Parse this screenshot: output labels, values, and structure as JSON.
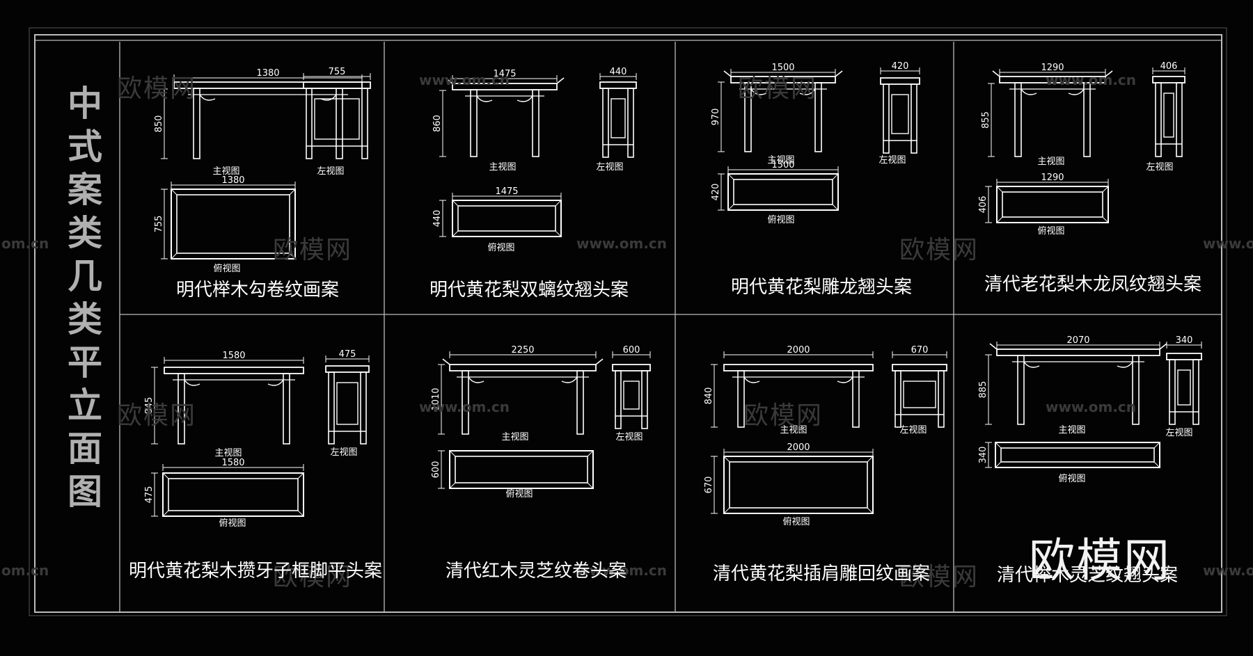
{
  "sheet_title": "中式案类几类平立面图",
  "brand": "欧模网",
  "watermark": {
    "cn": "欧模网",
    "url": "www.om.cn",
    "url_fragment": "om.cn"
  },
  "view_labels": {
    "front": "主视图",
    "side": "左视图",
    "top": "俯视图"
  },
  "panels": [
    {
      "name": "明代榉木勾卷纹画案",
      "w": "1380",
      "h": "850",
      "d": "755"
    },
    {
      "name": "明代黄花梨双螭纹翘头案",
      "w": "1475",
      "h": "860",
      "d": "440"
    },
    {
      "name": "明代黄花梨雕龙翘头案",
      "w": "1500",
      "h": "970",
      "d": "420"
    },
    {
      "name": "清代老花梨木龙凤纹翘头案",
      "w": "1290",
      "h": "855",
      "d": "406"
    },
    {
      "name": "明代黄花梨木攒牙子框脚平头案",
      "w": "1580",
      "h": "845",
      "d": "475"
    },
    {
      "name": "清代红木灵芝纹卷头案",
      "w": "2250",
      "h": "1010",
      "d": "600"
    },
    {
      "name": "清代黄花梨插肩雕回纹画案",
      "w": "2000",
      "h": "840",
      "d": "670"
    },
    {
      "name": "清代榉木灵芝纹翘头案",
      "w": "2070",
      "h": "885",
      "d": "340"
    }
  ]
}
